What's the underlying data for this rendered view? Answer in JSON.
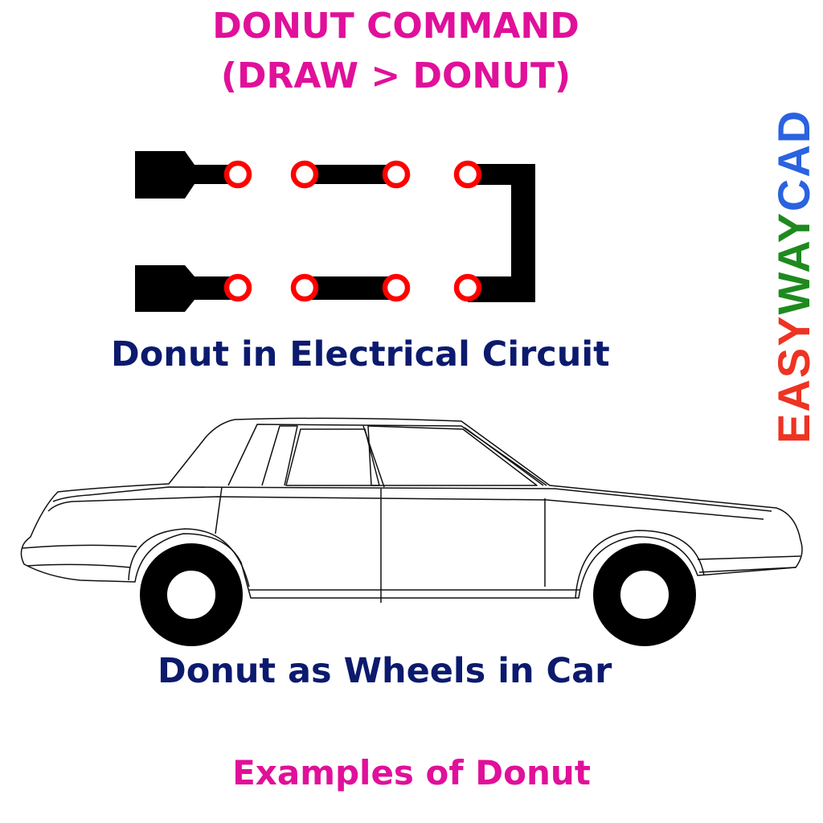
{
  "title": {
    "line1": "DONUT COMMAND",
    "line2": "(DRAW > DONUT)"
  },
  "captions": {
    "circuit": "Donut in Electrical Circuit",
    "car": "Donut as Wheels in Car",
    "examples": "Examples of Donut"
  },
  "brand": {
    "part1": "EASY",
    "part2": "WAY",
    "part3": "CAD"
  },
  "colors": {
    "title": "#e0109a",
    "caption": "#0c1a6e",
    "donut_ring": "#ff0000",
    "trace": "#000000",
    "brand_easy": "#ee3322",
    "brand_way": "#1e8a1e",
    "brand_cad": "#2a62e0"
  }
}
